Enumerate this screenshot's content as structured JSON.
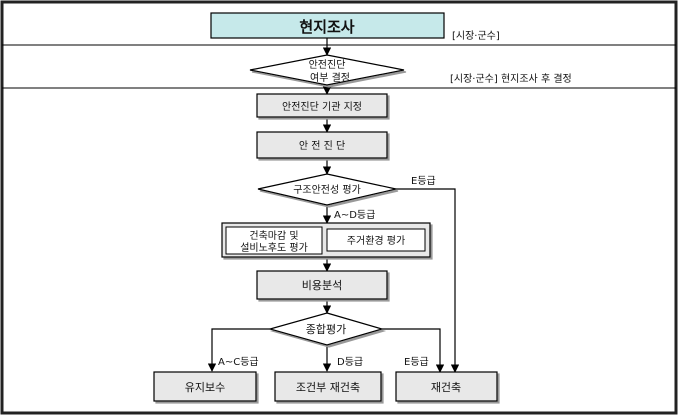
{
  "title_box": {
    "label": "현지조사",
    "fill": "#c6e9ea"
  },
  "notes": {
    "mayor_1": "[시장·군수]",
    "mayor_2": "[시장·군수] 현지조사 후 결정"
  },
  "decision_diagnosis": {
    "line1": "안전진단",
    "line2": "여부 결정"
  },
  "boxes": {
    "agency": "안전진단 기관 지정",
    "diagnosis": "안 전 진 단",
    "finish_line1": "건축마감 및",
    "finish_line2": "설비노후도 평가",
    "housing": "주거환경 평가",
    "cost": "비용분석",
    "maintain": "유지보수",
    "conditional": "조건부 재건축",
    "rebuild": "재건축"
  },
  "decisions": {
    "structural": "구조안전성 평가",
    "overall": "종합평가"
  },
  "edge_labels": {
    "e_grade_top": "E등급",
    "ad_grade": "A~D등급",
    "ac_grade": "A~C등급",
    "d_grade": "D등급",
    "e_grade_bottom": "E등급"
  },
  "colors": {
    "box_fill": "#e8e8e8",
    "stroke": "#000000",
    "border": "#222222"
  }
}
